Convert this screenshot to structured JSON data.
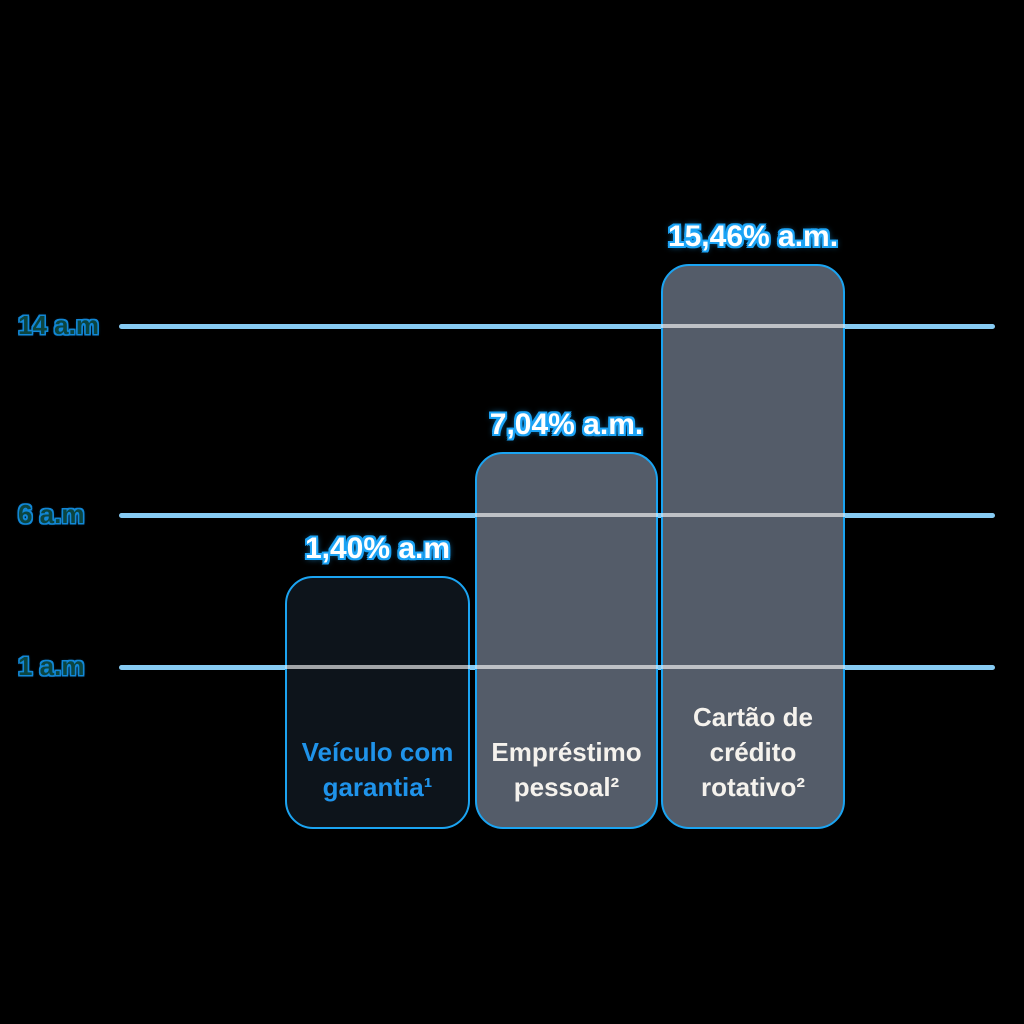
{
  "chart_data": {
    "type": "bar",
    "categories": [
      "Veículo com garantia¹",
      "Empréstimo pessoal²",
      "Cartão de crédito rotativo²"
    ],
    "values": [
      1.4,
      7.04,
      15.46
    ],
    "value_labels": [
      "1,40% a.m",
      "7,04% a.m.",
      "15,46% a.m."
    ],
    "category_lines": [
      [
        "Veículo com",
        "garantia¹"
      ],
      [
        "Empréstimo",
        "pessoal²"
      ],
      [
        "Cartão de",
        "crédito",
        "rotativo²"
      ]
    ],
    "highlighted_bar_index": 0,
    "y_gridlines": [
      {
        "value": 14,
        "label": "14 a.m"
      },
      {
        "value": 6,
        "label": "6 a.m"
      },
      {
        "value": 1,
        "label": "1 a.m"
      }
    ],
    "axis_range": [
      0,
      16
    ],
    "grid_on": true,
    "legend": null,
    "title": ""
  },
  "colors": {
    "background": "#000000",
    "gridline": "#87CBF3",
    "gridline_over_bar": "rgba(255,255,255,0.62)",
    "bar_border": "#1BA4F2",
    "bar_fill_highlight": "#0D141B",
    "bar_fill_default": "#545C69",
    "value_text": "#FFFFFF",
    "value_glow": "#1CA3F5",
    "axis_text": "#0C4540",
    "axis_glow": "#1287D6",
    "category_label_highlight": "#1F93EA",
    "category_label_default": "#F5F2ED"
  }
}
